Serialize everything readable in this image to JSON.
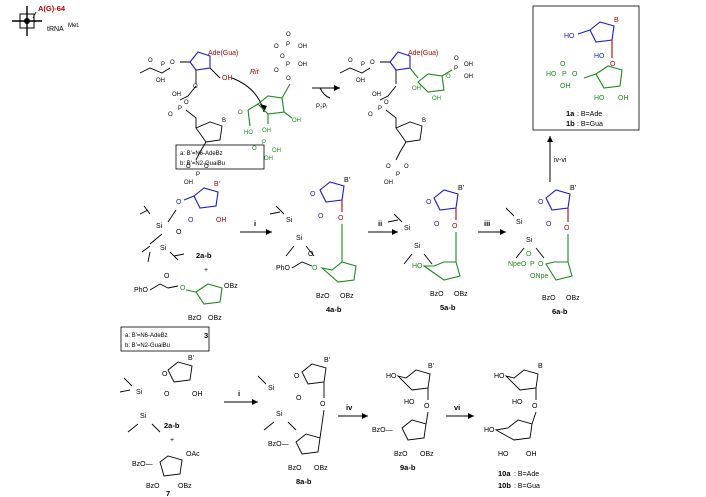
{
  "top": {
    "a_label": "A(G)-64",
    "trna_label": "tRNA",
    "trna_sup": "Met.",
    "ade_gua_1": "Ade(Gua)",
    "ade_gua_2": "Ade(Gua)",
    "rit_label": "Rit",
    "ppi_label": "P₂Pᵢ",
    "oh": "OH",
    "b": "B"
  },
  "legend_top": {
    "line_a": "a: B'=N6-AdeBz",
    "line_b": "b: B'=N2-GuaiBu"
  },
  "legend_bottom": {
    "line_a": "a: B'=N6-AdeBz",
    "line_b": "b: B'=N2-GuaiBu"
  },
  "steps": {
    "i1": "i",
    "ii": "ii",
    "iii": "iii",
    "ivvi": "iv-vi",
    "i2": "i",
    "iv": "iv",
    "vi": "vi"
  },
  "compounds": {
    "c2ab_top": "2a-b",
    "c3": "3",
    "c4ab": "4a-b",
    "c5ab": "5a-b",
    "c6ab": "6a-b",
    "c2ab_bot": "2a-b",
    "c7": "7",
    "c8ab": "8a-b",
    "c9ab": "9a-b",
    "c10a": "10a",
    "c10a_desc": ": B=Ade",
    "c10b": "10b",
    "c10b_desc": ": B=Gua"
  },
  "product_box": {
    "c1a": "1a",
    "c1a_desc": ": B=Ade",
    "c1b": "1b",
    "c1b_desc": ": B=Gua"
  },
  "groups": {
    "obz": "OBz",
    "bzo": "BzO",
    "bzo_dash": "BzO—",
    "oac": "OAc",
    "pho": "PhO",
    "npeo": "NpeO",
    "onpe": "ONpe",
    "si": "Si",
    "ho": "HO",
    "oh": "OH",
    "bprime": "B'",
    "plus": "+"
  }
}
